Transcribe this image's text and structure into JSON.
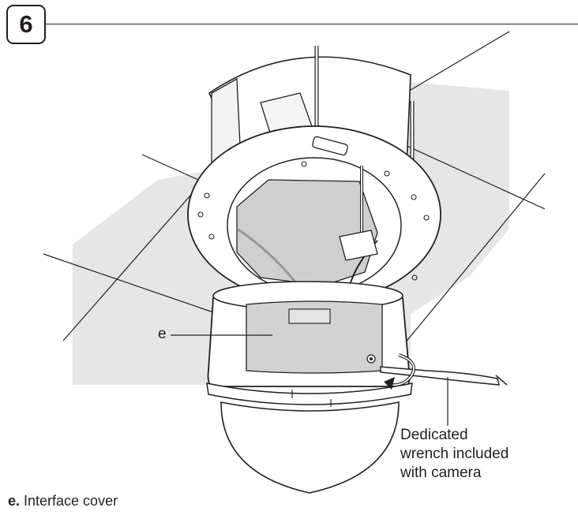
{
  "step": {
    "number": "6"
  },
  "callouts": {
    "e": "e"
  },
  "wrench_label": {
    "lines": [
      "Dedicated",
      "wrench included",
      "with camera"
    ]
  },
  "caption": {
    "letter": "e.",
    "text": " Interface cover"
  },
  "colors": {
    "line": "#231f20",
    "shade": "#e6e6e6",
    "plate": "#cfcfcf",
    "cover": "#d2d2d2",
    "white": "#ffffff"
  }
}
